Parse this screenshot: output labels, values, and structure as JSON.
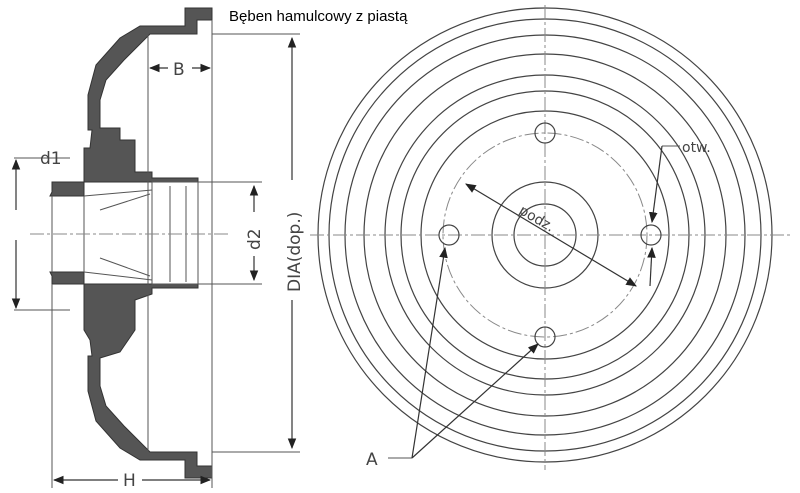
{
  "title": "Bęben hamulcowy z piastą",
  "labels": {
    "B": "B",
    "d1": "d1",
    "d2": "d2",
    "DIA": "DIA(dop.)",
    "H": "H",
    "A": "A",
    "podz": "podz.",
    "otw": "otw."
  }
}
